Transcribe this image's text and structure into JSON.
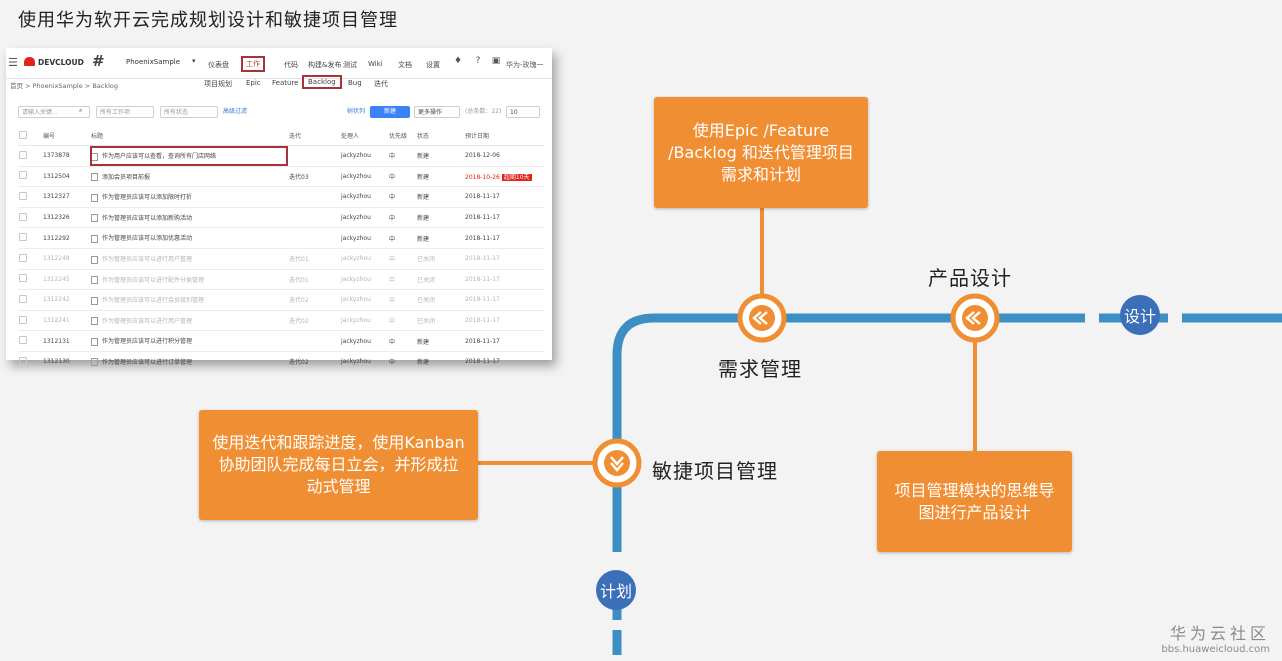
{
  "slide": {
    "title": "使用华为软开云完成规划设计和敏捷项目管理",
    "watermark_cn": "华为云社区",
    "watermark_url": "bbs.huaweicloud.com"
  },
  "devcloud": {
    "brand": "DEVCLOUD",
    "project": "PhoenixSample",
    "nav": [
      "仪表盘",
      "工作",
      "代码",
      "构建&发布",
      "测试",
      "Wiki",
      "文档",
      "设置"
    ],
    "nav_selected": "工作",
    "user": "华为-玫瑰一",
    "breadcrumb": "首页 > PhoenixSample > Backlog",
    "subtabs": [
      "项目规划",
      "Epic",
      "Feature",
      "Backlog",
      "Bug",
      "迭代"
    ],
    "subtab_selected": "Backlog",
    "filters": {
      "search_placeholder": "请输入关键...",
      "type": "所有工作项",
      "status": "所有状态",
      "advanced": "高级过滤",
      "tree": "树状列",
      "new_button": "新建",
      "more": "更多操作",
      "total": "(总条数：22)",
      "page_size": "10"
    },
    "table": {
      "headers": [
        "编号",
        "标题",
        "迭代",
        "处理人",
        "优先级",
        "状态",
        "预计日期"
      ],
      "rows": [
        {
          "id": "1373878",
          "title": "作为用户应该可以查看，查询所有门店网络",
          "iteration": "",
          "owner": "jackyzhou",
          "priority": "中",
          "status": "新建",
          "date": "2018-12-06",
          "dim": false,
          "highlight": true
        },
        {
          "id": "1312504",
          "title": "添加会员项目前报",
          "iteration": "迭代03",
          "owner": "jackyzhou",
          "priority": "中",
          "status": "新建",
          "date": "2018-10-26",
          "overdue": "超期10天",
          "dim": false
        },
        {
          "id": "1312327",
          "title": "作为管理员应该可以添加限时打折",
          "iteration": "",
          "owner": "jackyzhou",
          "priority": "中",
          "status": "新建",
          "date": "2018-11-17",
          "dim": false
        },
        {
          "id": "1312326",
          "title": "作为管理员应该可以添加新购活动",
          "iteration": "",
          "owner": "jackyzhou",
          "priority": "中",
          "status": "新建",
          "date": "2018-11-17",
          "dim": false
        },
        {
          "id": "1312292",
          "title": "作为管理员应该可以添加优惠活动",
          "iteration": "",
          "owner": "jackyzhou",
          "priority": "中",
          "status": "新建",
          "date": "2018-11-17",
          "dim": false
        },
        {
          "id": "1312248",
          "title": "作为管理员应该可以进行用户管理",
          "iteration": "迭代01",
          "owner": "jackyzhou",
          "priority": "中",
          "status": "已关闭",
          "date": "2018-11-17",
          "dim": true
        },
        {
          "id": "1312245",
          "title": "作为管理员应该可以进行配件分类管理",
          "iteration": "迭代01",
          "owner": "jackyzhou",
          "priority": "中",
          "status": "已关闭",
          "date": "2018-11-17",
          "dim": true
        },
        {
          "id": "1312242",
          "title": "作为管理员应该可以进行会员级别管理",
          "iteration": "迭代02",
          "owner": "jackyzhou",
          "priority": "中",
          "status": "已关闭",
          "date": "2018-11-17",
          "dim": true
        },
        {
          "id": "1312241",
          "title": "作为管理员应该可以进行用户管理",
          "iteration": "迭代02",
          "owner": "jackyzhou",
          "priority": "中",
          "status": "已关闭",
          "date": "2018-11-17",
          "dim": true
        },
        {
          "id": "1312131",
          "title": "作为管理员应该可以进行积分管理",
          "iteration": "",
          "owner": "jackyzhou",
          "priority": "中",
          "status": "新建",
          "date": "2018-11-17",
          "dim": false
        },
        {
          "id": "1312130",
          "title": "作为管理员应该可以进行订单管理",
          "iteration": "迭代02",
          "owner": "jackyzhou",
          "priority": "中",
          "status": "新建",
          "date": "2018-11-17",
          "dim": false
        }
      ]
    }
  },
  "diagram": {
    "callout_top": "使用Epic /Feature /Backlog 和迭代管理项目需求和计划",
    "callout_left": "使用迭代和跟踪进度，使用Kanban协助团队完成每日立会，并形成拉动式管理",
    "callout_bottom": "项目管理模块的思维导图进行产品设计",
    "label_requirements": "需求管理",
    "label_product": "产品设计",
    "label_agile": "敏捷项目管理",
    "station_design": "设计",
    "station_plan": "计划",
    "colors": {
      "track": "#3d8fc3",
      "orange": "#ef8e33",
      "station": "#3b6fb7"
    }
  }
}
